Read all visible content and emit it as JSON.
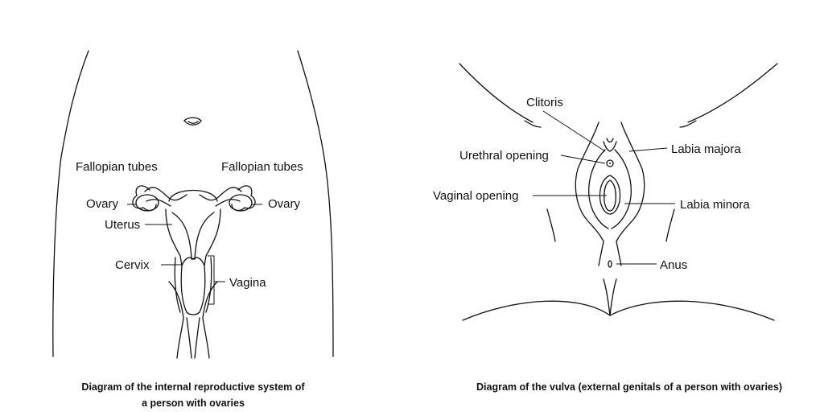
{
  "internal_diagram": {
    "labels": {
      "fallopian_left": "Fallopian tubes",
      "fallopian_right": "Fallopian tubes",
      "ovary_left": "Ovary",
      "ovary_right": "Ovary",
      "uterus": "Uterus",
      "cervix": "Cervix",
      "vagina": "Vagina"
    },
    "caption_line1": "Diagram of the internal reproductive system of",
    "caption_line2": "a person with ovaries"
  },
  "vulva_diagram": {
    "labels": {
      "clitoris": "Clitoris",
      "urethral_opening": "Urethral opening",
      "labia_majora": "Labia majora",
      "vaginal_opening": "Vaginal opening",
      "labia_minora": "Labia minora",
      "anus": "Anus"
    },
    "caption": "Diagram of the vulva (external genitals of a person with ovaries)"
  }
}
